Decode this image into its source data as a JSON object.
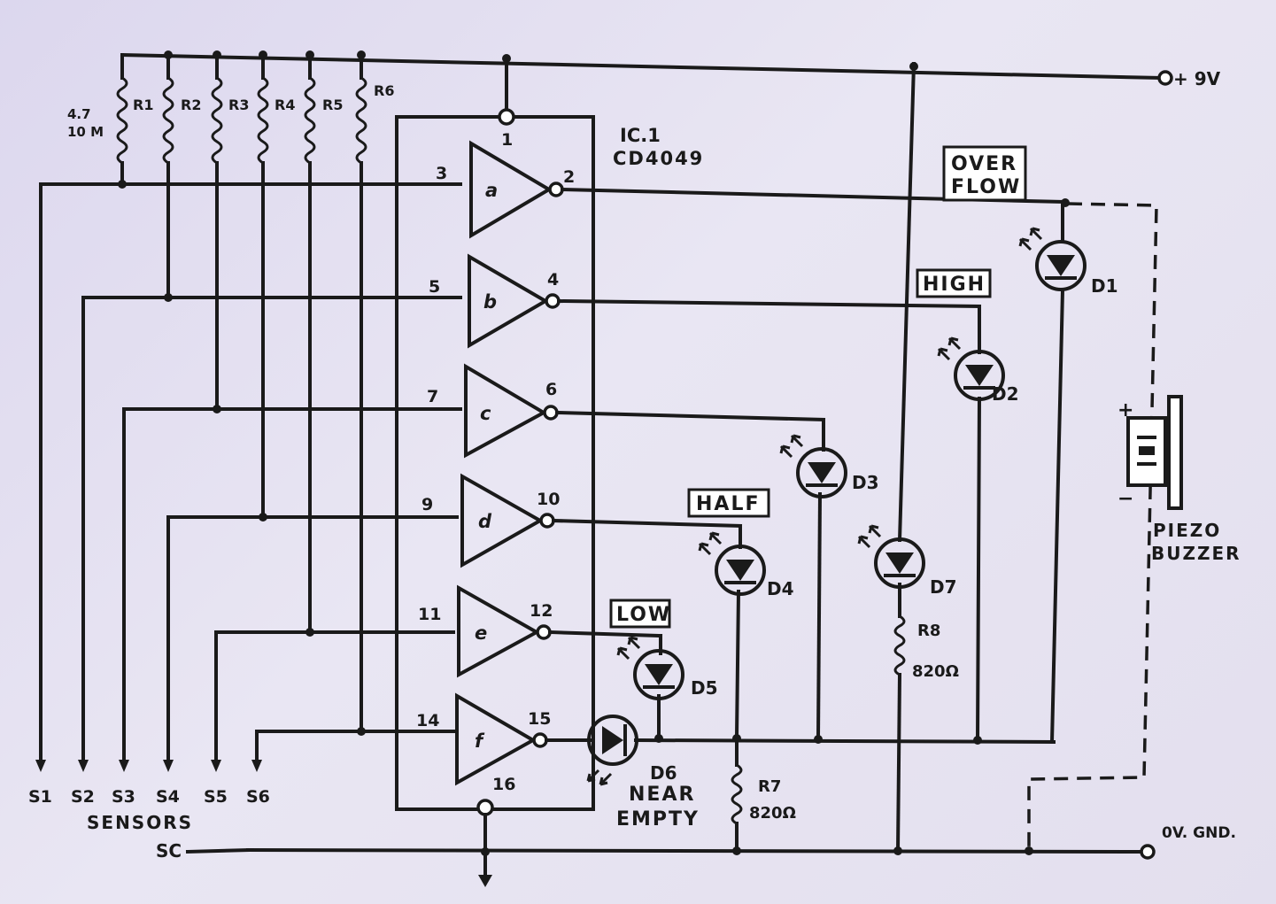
{
  "ic": {
    "ref": "IC.1",
    "part": "CD4049"
  },
  "supply": {
    "vplus": "+ 9V",
    "gnd": "0V. GND."
  },
  "gates": [
    {
      "letter": "a",
      "in_pin": "3",
      "out_pin": "2"
    },
    {
      "letter": "b",
      "in_pin": "5",
      "out_pin": "4"
    },
    {
      "letter": "c",
      "in_pin": "7",
      "out_pin": "6"
    },
    {
      "letter": "d",
      "in_pin": "9",
      "out_pin": "10"
    },
    {
      "letter": "e",
      "in_pin": "11",
      "out_pin": "12"
    },
    {
      "letter": "f",
      "in_pin": "14",
      "out_pin": "15"
    }
  ],
  "ic_pins": {
    "vdd": "1",
    "vss": "16"
  },
  "resistors": {
    "pullup_value": [
      "4.7",
      "10 M"
    ],
    "pullups": [
      "R1",
      "R2",
      "R3",
      "R4",
      "R5",
      "R6"
    ],
    "r7": {
      "name": "R7",
      "value": "820Ω"
    },
    "r8": {
      "name": "R8",
      "value": "820Ω"
    }
  },
  "leds": [
    "D1",
    "D2",
    "D3",
    "D4",
    "D5",
    "D6",
    "D7"
  ],
  "level_labels": {
    "overflow": [
      "OVER",
      "FLOW"
    ],
    "high": "HIGH",
    "half": "HALF",
    "low": "LOW",
    "near_empty": [
      "NEAR",
      "EMPTY"
    ]
  },
  "sensors": {
    "names": [
      "S1",
      "S2",
      "S3",
      "S4",
      "S5",
      "S6"
    ],
    "caption": "SENSORS",
    "common": "SC"
  },
  "buzzer": {
    "label": [
      "PIEZO",
      "BUZZER"
    ],
    "plus": "+",
    "minus": "−"
  }
}
